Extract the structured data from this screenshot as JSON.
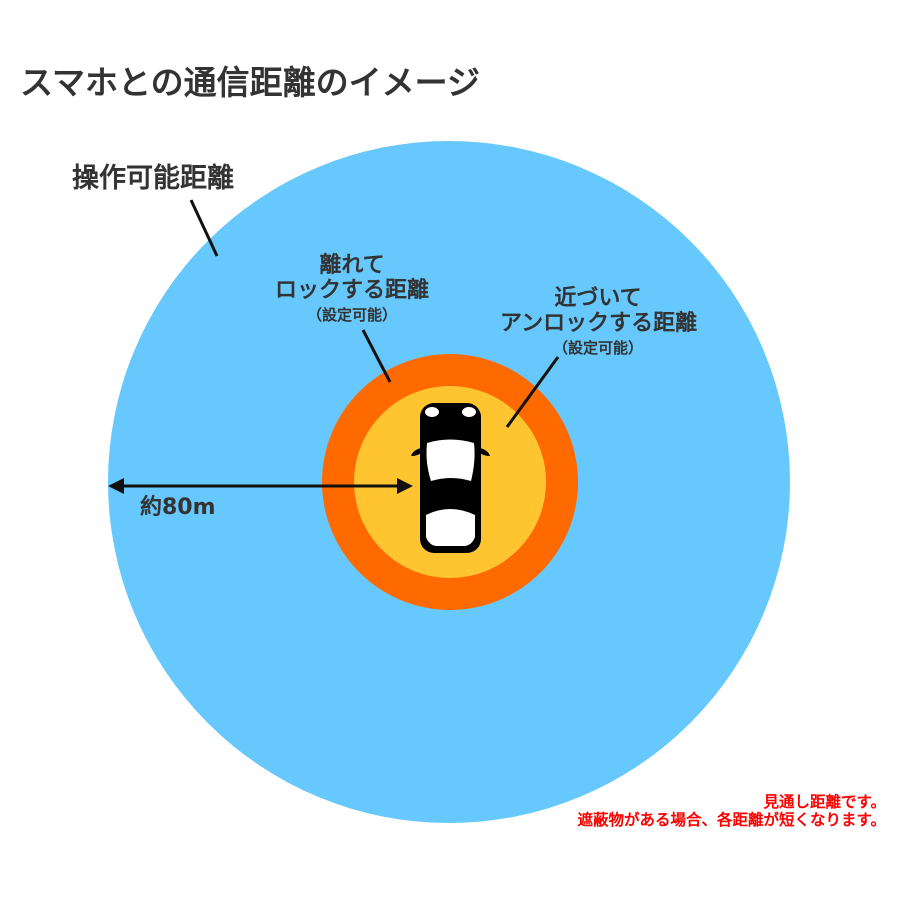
{
  "title": "スマホとの通信距離のイメージ",
  "zones": {
    "operable": {
      "label": "操作可能距離",
      "color": "#66c8fc"
    },
    "lock": {
      "label_line1": "離れて",
      "label_line2": "ロックする距離",
      "sub": "（設定可能）",
      "color": "#ff6a00"
    },
    "unlock": {
      "label_line1": "近づいて",
      "label_line2": "アンロックする距離",
      "sub": "（設定可能）",
      "color": "#fec531"
    }
  },
  "distance": {
    "label": "約80m"
  },
  "car": {
    "icon": "car-top-view-icon",
    "body_color": "#000000",
    "window_color": "#ffffff"
  },
  "note": {
    "line1": "見通し距離です。",
    "line2": "遮蔽物がある場合、各距離が短くなります。",
    "color": "#ff0000"
  },
  "text_color": "#333333"
}
